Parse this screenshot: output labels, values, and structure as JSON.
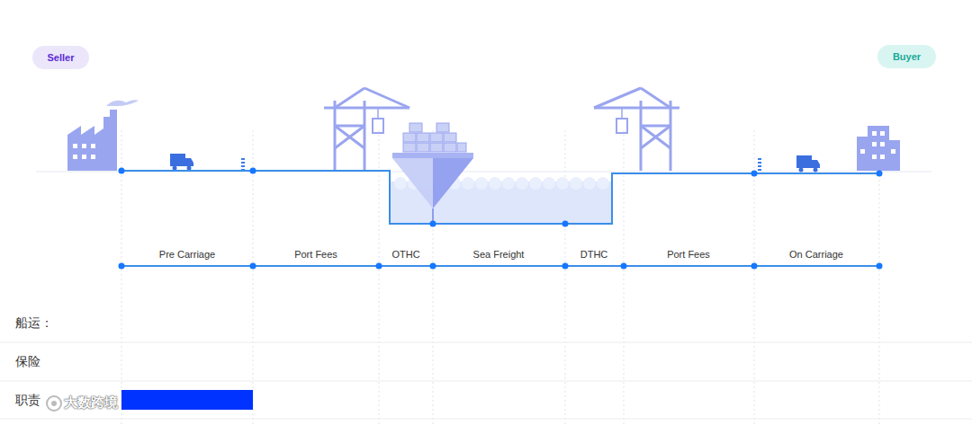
{
  "diagram": {
    "nodes": [
      {
        "text": [
          "Seller"
        ]
      },
      {
        "text": [
          "Buyer"
        ]
      }
    ],
    "labels": [
      "Pre Carriage",
      "Port Fees",
      "OTHC",
      "Sea Freight",
      "DTHC",
      "Port Fees",
      "On Carriage",
      "船运：",
      "保险",
      "职责",
      "大数跨境"
    ]
  }
}
